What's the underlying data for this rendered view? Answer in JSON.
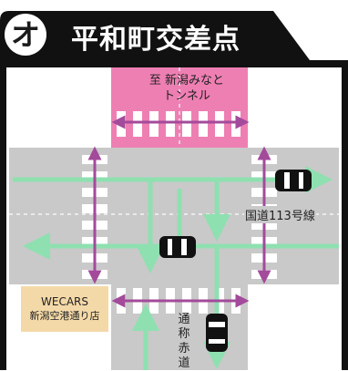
{
  "header": {
    "badge_letter": "オ",
    "title": "平和町交差点"
  },
  "labels": {
    "north_tunnel_line1": "至 新潟みなと",
    "north_tunnel_line2": "トンネル",
    "route": "国道113号線",
    "vertical_road": "通称赤道",
    "shop_line1": "WECARS",
    "shop_line2": "新潟空港通り店"
  },
  "colors": {
    "header_black": "#111111",
    "frame_black": "#111111",
    "road_gray": "#c9c9c9",
    "tunnel_pink": "#ee7fb3",
    "shop_tan": "#f4d9a8",
    "flow_arrow_green": "#8fe0b0",
    "crosswalk_arrow_purple": "#a34a9b",
    "crosswalk_stripe": "#ffffff",
    "car_black": "#111111"
  },
  "icons": {
    "badge": "katakana-o-badge",
    "car": "car-icon",
    "traffic_arrow": "arrow-icon",
    "crosswalk_arrow": "double-arrow-icon"
  }
}
